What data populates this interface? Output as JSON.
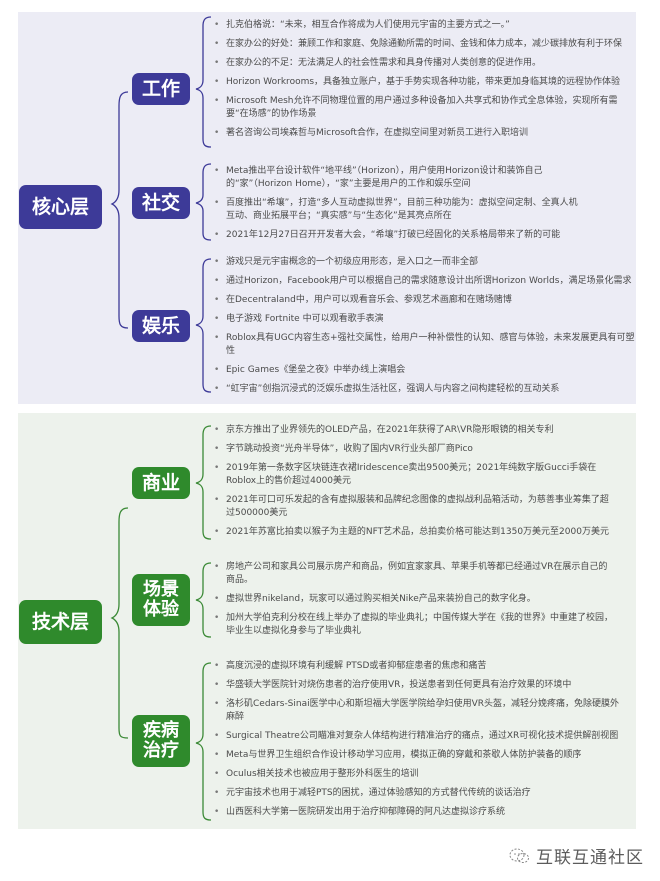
{
  "colors": {
    "core_panel_bg": "#ececf5",
    "tech_panel_bg": "#edf2ec",
    "core_node": "#3d3a98",
    "tech_node": "#2f8a2c",
    "core_line": "#3d3a98",
    "tech_line": "#3b8a36"
  },
  "core": {
    "label": "核心层",
    "branches": [
      {
        "label": "工作",
        "items": [
          "扎克伯格说：“未来，相互合作将成为人们使用元宇宙的主要方式之一。”",
          "在家办公的好处：兼顾工作和家庭、免除通勤所需的时间、金钱和体力成本，减少碳排放有利于环保",
          "在家办公的不足：无法满足人的社会性需求和具身传播对人类创意的促进作用。",
          "Horizon Workrooms，具备独立账户，基于手势实现各种功能，带来更加身临其境的远程协作体验",
          "Microsoft Mesh允许不同物理位置的用户通过多种设备加入共享式和协作式全息体验，实现所有需要“在场感”的协作场景",
          "著名咨询公司埃森哲与Microsoft合作，在虚拟空间里对新员工进行入职培训"
        ]
      },
      {
        "label": "社交",
        "items": [
          "Meta推出平台设计软件“地平线”（Horizon），用户使用Horizon设计和装饰自己的“家”（Horizon Home），“家”主要是用户的工作和娱乐空间",
          "百度推出“希壤”，打造“多人互动虚拟世界”，目前三种功能为：虚拟空间定制、全真人机互动、商业拓展平台；“真实感”与“生态化”是其亮点所在",
          "2021年12月27日召开开发者大会，“希壤”打破已经固化的关系格局带来了新的可能"
        ]
      },
      {
        "label": "娱乐",
        "items": [
          "游戏只是元宇宙概念的一个初级应用形态，是入口之一而非全部",
          "通过Horizon，Facebook用户可以根据自己的需求随意设计出所谓Horizon Worlds，满足场景化需求",
          "在Decentraland中，用户可以观看音乐会、参观艺术画廊和在赌场赌博",
          "电子游戏 Fortnite 中可以观看歌手表演",
          "Roblox具有UGC内容生态+强社交属性，给用户一种补偿性的认知、感官与体验，未来发展更具有可塑性",
          "Epic Games《堡垒之夜》中举办线上演唱会",
          "“虹宇宙”创指沉浸式的泛娱乐虚拟生活社区，强调人与内容之间构建轻松的互动关系"
        ]
      }
    ]
  },
  "tech": {
    "label": "技术层",
    "branches": [
      {
        "label": "商业",
        "items": [
          "京东方推出了业界领先的OLED产品，在2021年获得了AR\\VR隐形眼镜的相关专利",
          "字节跳动投资“光舟半导体”，收购了国内VR行业头部厂商Pico",
          "2019年第一条数字区块链连衣裙Iridescence卖出9500美元；2021年纯数字版Gucci手袋在Roblox上的售价超过4000美元",
          "2021年可口可乐发起的含有虚拟服装和品牌纪念图像的虚拟战利品箱活动，为慈善事业筹集了超过500000美元",
          "2021年苏富比拍卖以猴子为主题的NFT艺术品，总拍卖价格可能达到1350万美元至2000万美元"
        ]
      },
      {
        "label_line1": "场景",
        "label_line2": "体验",
        "items": [
          "房地产公司和家具公司展示房产和商品，例如宜家家具、苹果手机等都已经通过VR在展示自己的商品。",
          "虚拟世界nikeland，玩家可以通过购买相关Nike产品来装扮自己的数字化身。",
          "加州大学伯克利分校在线上举办了虚拟的毕业典礼；中国传媒大学在《我的世界》中重建了校园，毕业生以虚拟化身参与了毕业典礼"
        ]
      },
      {
        "label_line1": "疾病",
        "label_line2": "治疗",
        "items": [
          "高度沉浸的虚拟环境有利缓解 PTSD或者抑郁症患者的焦虑和痛苦",
          "华盛顿大学医院针对烧伤患者的治疗使用VR，投送患者到任何更具有治疗效果的环境中",
          "洛杉矶Cedars-Sinai医学中心和斯坦福大学医学院给孕妇使用VR头盔，减轻分娩疼痛，免除硬膜外麻醉",
          "Surgical Theatre公司瞄准对复杂人体结构进行精准治疗的痛点，通过XR可视化技术提供解剖视图",
          "Meta与世界卫生组织合作设计移动学习应用，模拟正确的穿戴和茶歇人体防护装备的顺序",
          "Oculus相关技术也被应用于整形外科医生的培训",
          "元宇宙技术也用于减轻PTS的困扰，通过体验感知的方式替代传统的谈话治疗",
          "山西医科大学第一医院研发出用于治疗抑郁障碍的阿凡达虚拟诊疗系统"
        ]
      }
    ]
  },
  "watermark": {
    "icon": "wechat-icon",
    "text": "互联互通社区"
  }
}
